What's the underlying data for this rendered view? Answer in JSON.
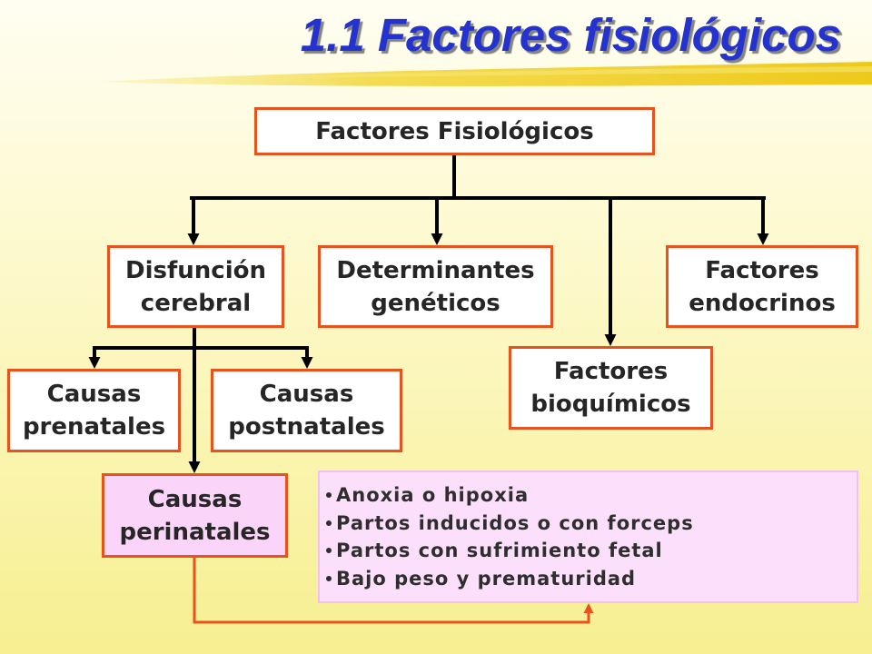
{
  "slide": {
    "title": "1.1 Factores fisiológicos"
  },
  "diagram": {
    "root": {
      "label": "Factores Fisiológicos"
    },
    "disfuncion_cerebral": {
      "lines": [
        "Disfunción",
        "cerebral"
      ]
    },
    "determinantes_geneticos": {
      "lines": [
        "Determinantes",
        "genéticos"
      ]
    },
    "factores_endocrinos": {
      "lines": [
        "Factores",
        "endocrinos"
      ]
    },
    "factores_bioquimicos": {
      "lines": [
        "Factores",
        "bioquímicos"
      ]
    },
    "causas_prenatales": {
      "lines": [
        "Causas",
        "prenatales"
      ]
    },
    "causas_postnatales": {
      "lines": [
        "Causas",
        "postnatales"
      ]
    },
    "causas_perinatales": {
      "lines": [
        "Causas",
        "perinatales"
      ]
    },
    "perinatal_details": {
      "items": [
        "Anoxia o hipoxia",
        "Partos inducidos o con forceps",
        "Partos con sufrimiento fetal",
        "Bajo peso y prematuridad"
      ]
    }
  },
  "colors": {
    "title": "#2432cf",
    "box_border": "#e8521c",
    "connector": "#000000",
    "perinatal_link": "#e8521c",
    "highlight_fill": "#fbd5f9",
    "details_fill": "#fbdffb",
    "details_border": "#f2c2ef",
    "text": "#262626"
  }
}
